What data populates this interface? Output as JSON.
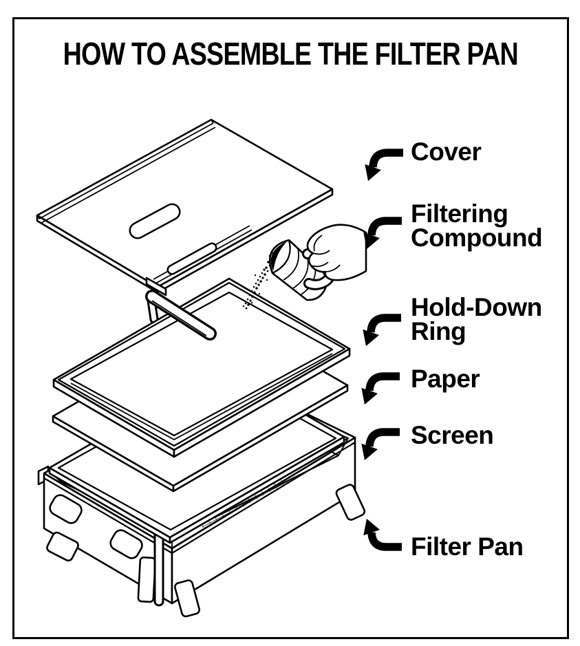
{
  "page": {
    "title": "HOW TO ASSEMBLE THE FILTER PAN",
    "background_color": "#ffffff",
    "line_color": "#000000"
  },
  "diagram": {
    "type": "exploded-assembly-illustration",
    "subject": "deep fryer filter pan",
    "parts_top_to_bottom": [
      "cover",
      "filtering-compound",
      "hold-down-ring",
      "paper",
      "screen",
      "filter-pan"
    ]
  },
  "labels": [
    {
      "id": "cover",
      "text": "Cover",
      "arrow_direction": "down-left"
    },
    {
      "id": "filtering-compound",
      "text": "Filtering\nCompound",
      "arrow_direction": "down-left"
    },
    {
      "id": "hold-down-ring",
      "text": "Hold-Down\nRing",
      "arrow_direction": "down-left"
    },
    {
      "id": "paper",
      "text": "Paper",
      "arrow_direction": "down-left"
    },
    {
      "id": "screen",
      "text": "Screen",
      "arrow_direction": "down-left"
    },
    {
      "id": "filter-pan",
      "text": "Filter Pan",
      "arrow_direction": "up-left"
    }
  ]
}
